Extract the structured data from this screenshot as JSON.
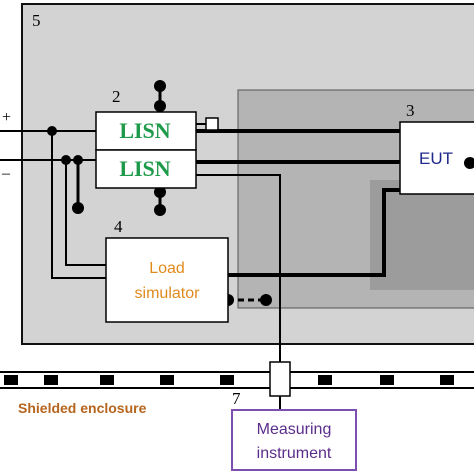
{
  "labels": {
    "n2": "2",
    "n3": "3",
    "n4": "4",
    "n5": "5",
    "n7": "7",
    "plus": "+",
    "minus": "–"
  },
  "blocks": {
    "lisn_top": "LISN",
    "lisn_bottom": "LISN",
    "eut": "EUT",
    "load_line1": "Load",
    "load_line2": "simulator",
    "measuring_line1": "Measuring",
    "measuring_line2": "instrument"
  },
  "enclosure_label": "Shielded enclosure",
  "colors": {
    "enclosure_fill": "#d3d3d3",
    "inner_fill": "#b4b4b4",
    "lisn_text": "#1e9a4a",
    "load_text": "#e08a1e",
    "eut_text": "#1f2a8c",
    "measuring_text": "#5b2d8c",
    "measuring_border": "#7a4fb0",
    "enclosure_label_color": "#b5651d"
  }
}
